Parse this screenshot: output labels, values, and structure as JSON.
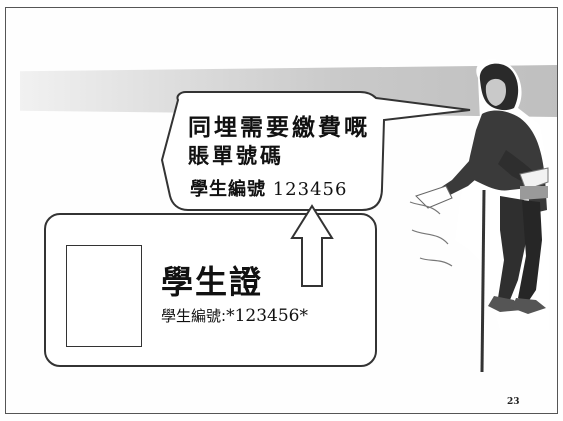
{
  "speech": {
    "line1": "同埋需要繳費嘅",
    "line2": "賬單號碼",
    "line3_label": "學生編號",
    "line3_value": "123456"
  },
  "card": {
    "title": "學生證",
    "number_label": "學生編號:",
    "number_value": "*123456*"
  },
  "page_number": "23",
  "colors": {
    "band": "#c9c9c9",
    "ink": "#111111"
  },
  "icons": {
    "person": "student-figure-illustration",
    "arrow": "up-arrow-icon"
  }
}
